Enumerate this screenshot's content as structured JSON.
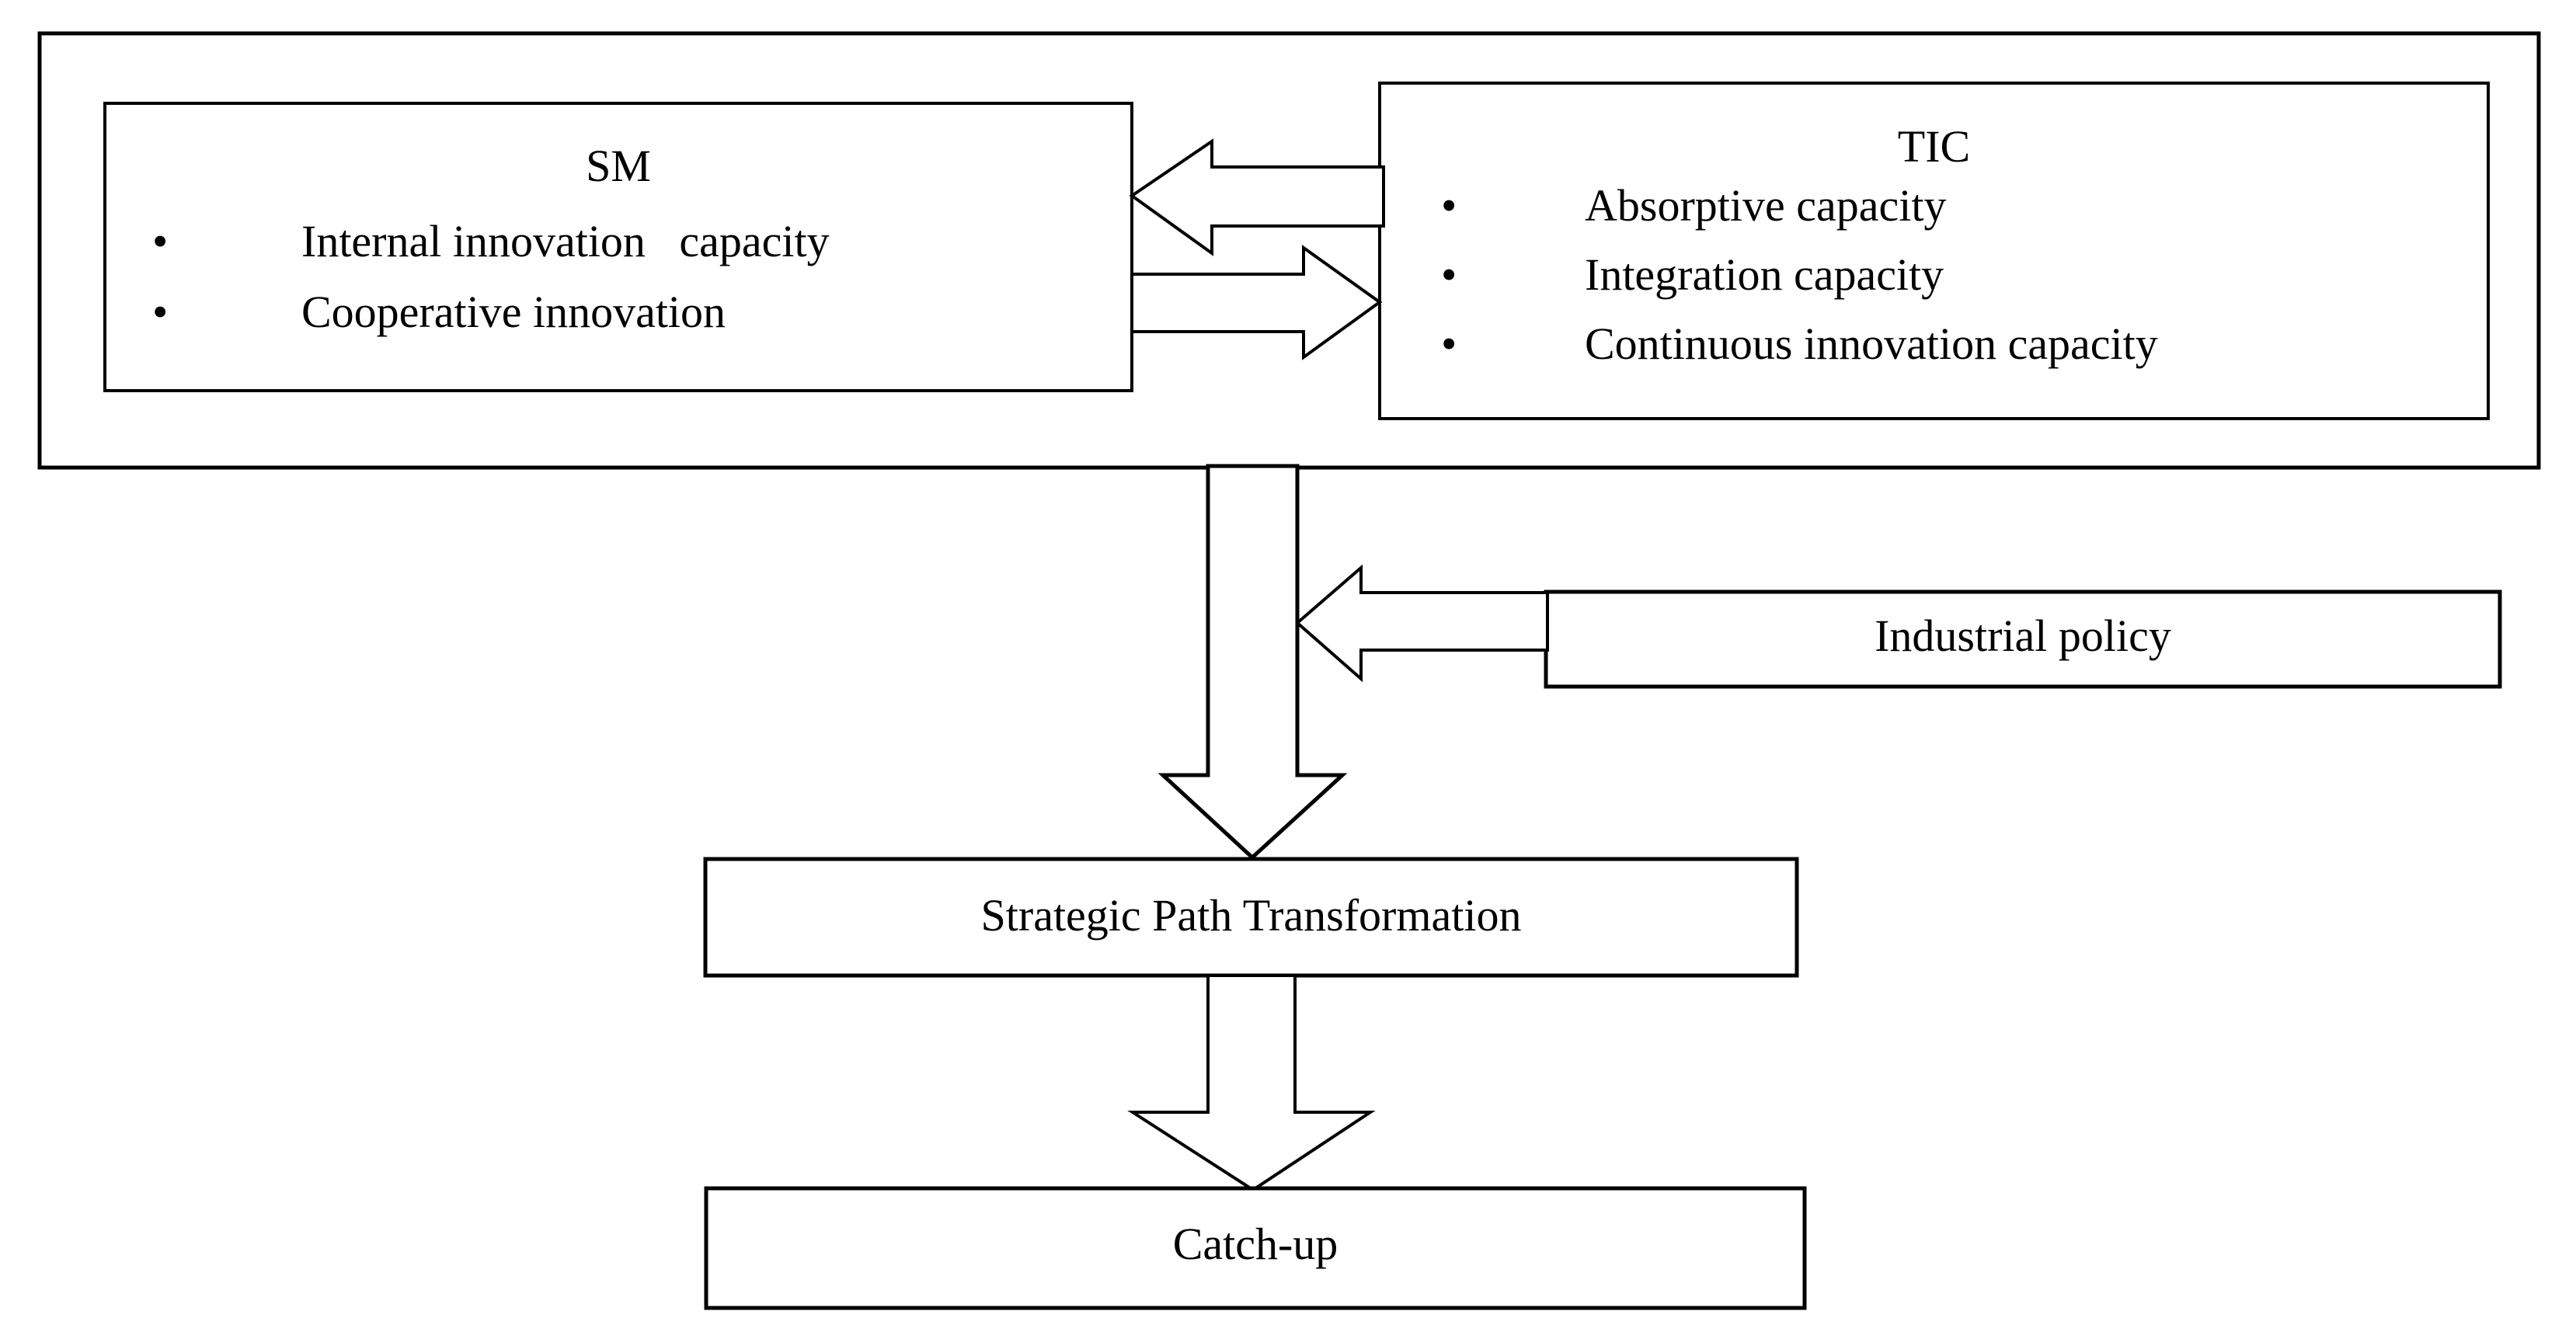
{
  "diagram": {
    "title": "Catch-up mechanism conceptual framework",
    "type": "flow-diagram",
    "background_color": "#ffffff",
    "line_color": "#000000"
  },
  "outer_group": {
    "name": "sm-tic-group"
  },
  "sm_box": {
    "title": "SM",
    "bullets": [
      {
        "marker": "•",
        "text": "Internal innovation   capacity"
      },
      {
        "marker": "•",
        "text": "Cooperative innovation"
      }
    ]
  },
  "tic_box": {
    "title": "TIC",
    "bullets": [
      {
        "marker": "•",
        "text": "Absorptive capacity"
      },
      {
        "marker": "•",
        "text": "Integration capacity"
      },
      {
        "marker": "•",
        "text": "Continuous innovation capacity"
      }
    ]
  },
  "industrial_policy_box": {
    "label": "Industrial policy"
  },
  "strategic_path_box": {
    "label": "Strategic Path Transformation"
  },
  "catch_up_box": {
    "label": "Catch-up"
  },
  "connectors": [
    {
      "id": "tic-to-sm",
      "direction": "left",
      "from": "TIC",
      "to": "SM"
    },
    {
      "id": "sm-to-tic",
      "direction": "right",
      "from": "SM",
      "to": "TIC"
    },
    {
      "id": "policy-to-flow",
      "direction": "left",
      "from": "Industrial policy",
      "to": "Strategic Path Transformation"
    },
    {
      "id": "group-to-strategic",
      "direction": "down",
      "from": "SM/TIC group",
      "to": "Strategic Path Transformation"
    },
    {
      "id": "strategic-to-catchup",
      "direction": "down",
      "from": "Strategic Path Transformation",
      "to": "Catch-up"
    }
  ]
}
